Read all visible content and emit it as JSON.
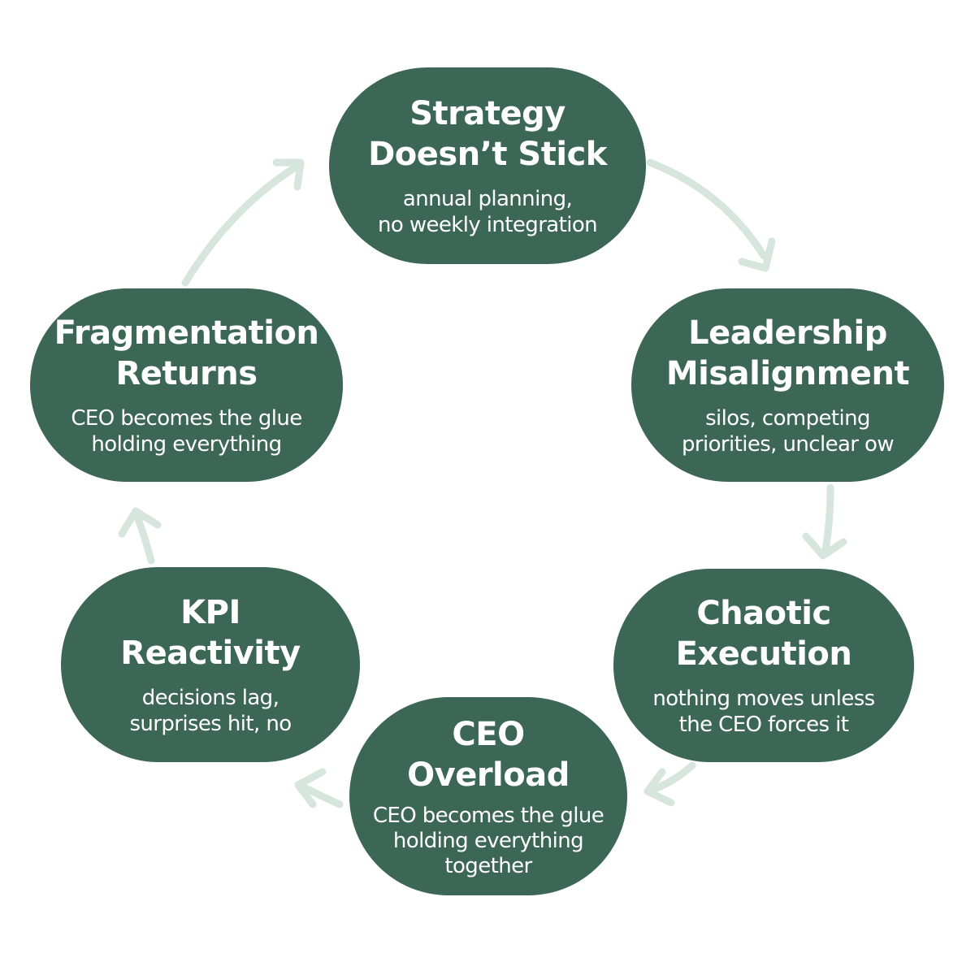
{
  "colors": {
    "node_fill": "#3c6656",
    "node_text": "#ffffff",
    "arrow": "#d6e6df",
    "background": "#ffffff"
  },
  "cycle": {
    "nodes": [
      {
        "title": "Strategy\nDoesn’t Stick",
        "description": "annual planning,\nno weekly integration"
      },
      {
        "title": "Leadership\nMisalignment",
        "description": "silos, competing\npriorities, unclear ow"
      },
      {
        "title": "Chaotic\nExecution",
        "description": "nothing moves unless\nthe CEO forces it"
      },
      {
        "title": "CEO\nOverload",
        "description": "CEO becomes the glue\nholding everything\ntogether"
      },
      {
        "title": "KPI\nReactivity",
        "description": "decisions lag,\nsurprises hit, no"
      },
      {
        "title": "Fragmentation\nReturns",
        "description": "CEO becomes the glue\nholding everything"
      }
    ]
  }
}
